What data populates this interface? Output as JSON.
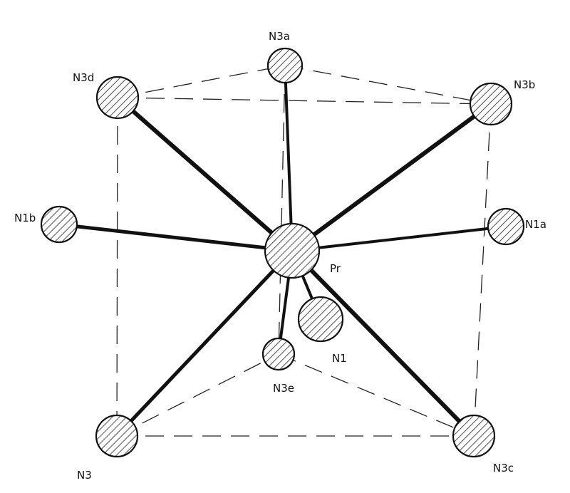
{
  "atoms": [
    {
      "id": "N3a",
      "label": "N3a",
      "name": "atom-n3a"
    },
    {
      "id": "N3d",
      "label": "N3d",
      "name": "atom-n3d"
    },
    {
      "id": "N3b",
      "label": "N3b",
      "name": "atom-n3b"
    },
    {
      "id": "N1b",
      "label": "N1b",
      "name": "atom-n1b"
    },
    {
      "id": "N1a",
      "label": "N1a",
      "name": "atom-n1a"
    },
    {
      "id": "Pr",
      "label": "Pr",
      "name": "atom-pr"
    },
    {
      "id": "N1",
      "label": "N1",
      "name": "atom-n1"
    },
    {
      "id": "N3e",
      "label": "N3e",
      "name": "atom-n3e"
    },
    {
      "id": "N3",
      "label": "N3",
      "name": "atom-n3"
    },
    {
      "id": "N3c",
      "label": "N3c",
      "name": "atom-n3c"
    }
  ],
  "bonds": [
    {
      "from": "Pr",
      "to": "N3a"
    },
    {
      "from": "Pr",
      "to": "N3d"
    },
    {
      "from": "Pr",
      "to": "N3b"
    },
    {
      "from": "Pr",
      "to": "N1b"
    },
    {
      "from": "Pr",
      "to": "N1a"
    },
    {
      "from": "Pr",
      "to": "N1"
    },
    {
      "from": "Pr",
      "to": "N3e"
    },
    {
      "from": "Pr",
      "to": "N3"
    },
    {
      "from": "Pr",
      "to": "N3c"
    }
  ],
  "prism_edges": [
    {
      "from": "N3d",
      "to": "N3a"
    },
    {
      "from": "N3a",
      "to": "N3b"
    },
    {
      "from": "N3d",
      "to": "N3b"
    },
    {
      "from": "N3",
      "to": "N3e"
    },
    {
      "from": "N3e",
      "to": "N3c"
    },
    {
      "from": "N3",
      "to": "N3c"
    },
    {
      "from": "N3d",
      "to": "N3"
    },
    {
      "from": "N3a",
      "to": "N3e"
    },
    {
      "from": "N3b",
      "to": "N3c"
    }
  ]
}
